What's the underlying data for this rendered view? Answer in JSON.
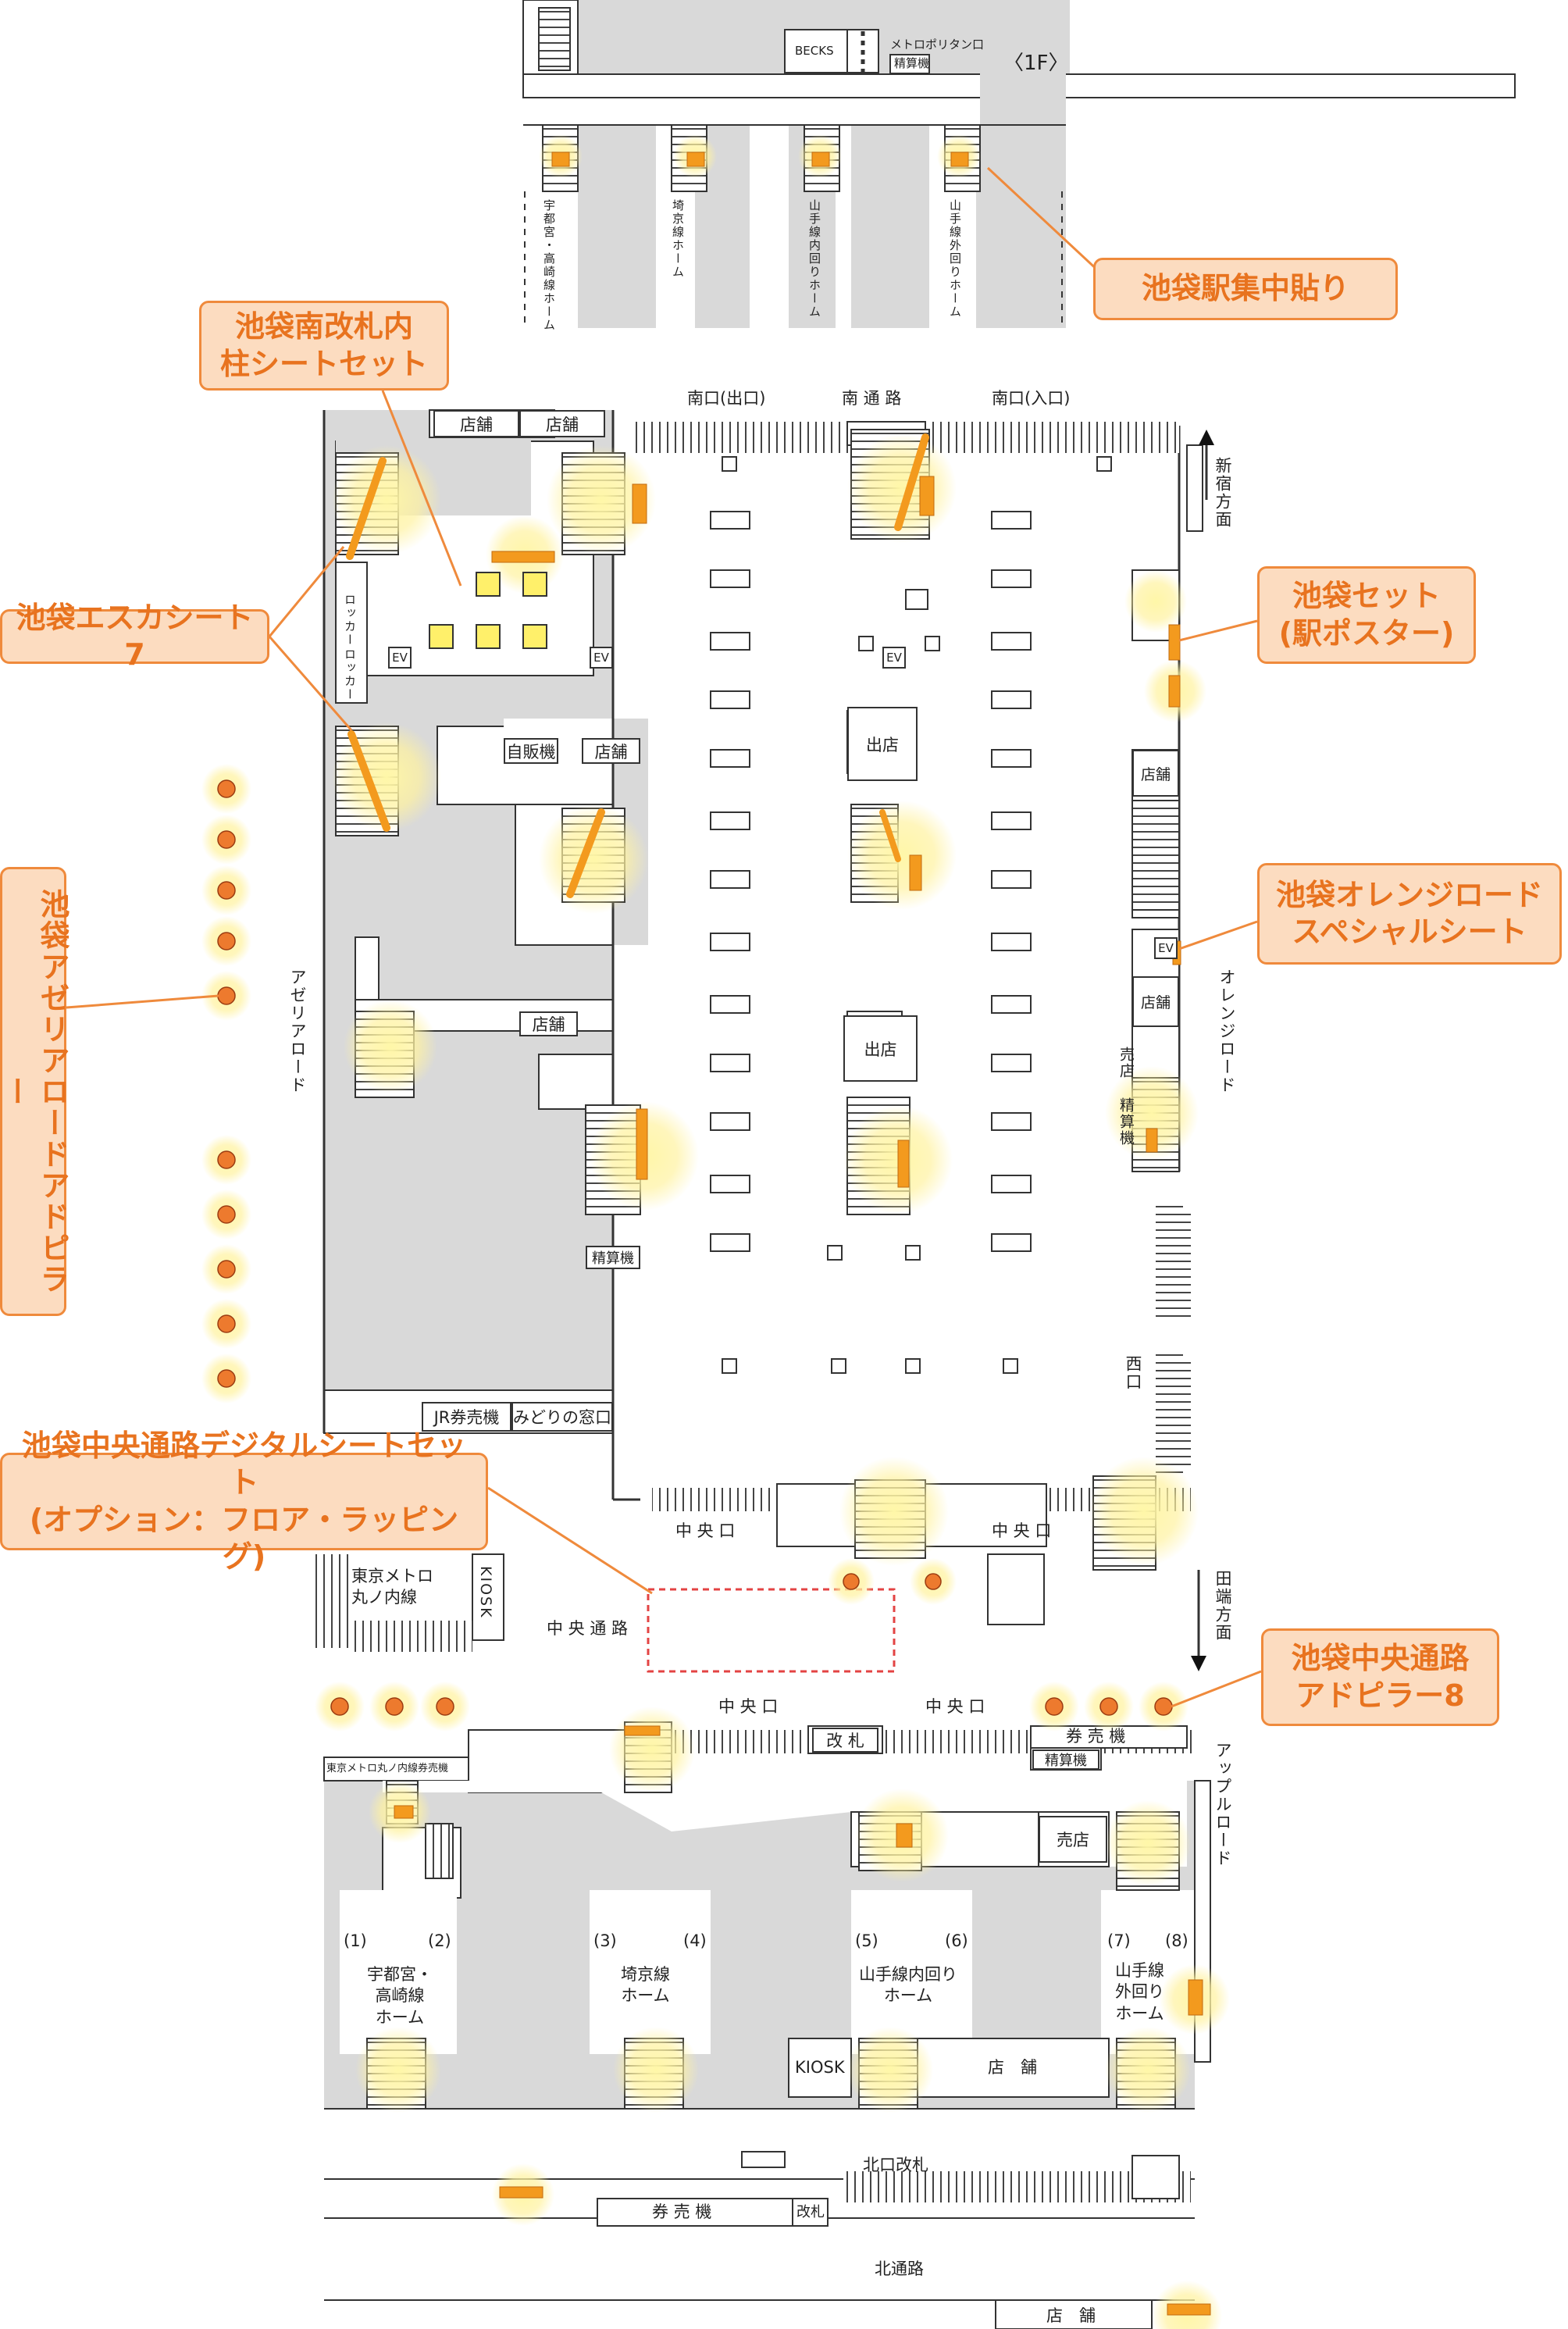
{
  "callouts": {
    "shuchu": "池袋駅集中貼り",
    "minami_kaisatsu": "池袋南改札内\n柱シートセット",
    "esca": "池袋エスカシート7",
    "set": "池袋セット\n(駅ポスター)",
    "orange": "池袋オレンジロード\nスペシャルシート",
    "azelea": "池袋アゼリアロードアドピラー",
    "digital": "池袋中央通路デジタルシートセット\n(オプション：フロア・ラッピング)",
    "adpillar8": "池袋中央通路\nアドピラー8"
  },
  "labels": {
    "becks": "BECKS",
    "metropolitan": "メトロポリタン口",
    "seisanki_top": "精算機",
    "floor_1f": "〈1F〉",
    "platform_utsunomiya": "宇都宮・高崎線ホーム",
    "platform_saikyo": "埼京線ホーム",
    "platform_yamanote_in": "山手線内回りホーム",
    "platform_yamanote_out": "山手線外回りホーム",
    "south_exit_out": "南口(出口)",
    "south_passage": "南 通 路",
    "south_exit_in": "南口(入口)",
    "shinjuku": "新宿方面",
    "tenpo": "店舗",
    "locker": "ロッカー",
    "ev": "EV",
    "jihanki": "自販機",
    "shutten": "出店",
    "azelea_road": "アゼリアロード",
    "orange_road": "オレンジロード",
    "baiten": "売店",
    "seisanki": "精算機",
    "jr_ticket": "JR券売機",
    "midori": "みどりの窓口",
    "west_exit": "西口",
    "central_exit": "中 央 口",
    "tokyo_metro_marunouchi": "東京メトロ\n丸ノ内線",
    "kiosk": "KIOSK",
    "central_passage": "中 央 通 路",
    "tabata": "田端方面",
    "central_exit2": "中 央 口",
    "kaisatsu": "改 札",
    "kenbaiki": "券 売 機",
    "apple_road": "アップルロード",
    "marunouchi_ticket": "東京メトロ丸ノ内線券売機",
    "p1": "(1)",
    "p2": "(2)",
    "p3": "(3)",
    "p4": "(4)",
    "p5": "(5)",
    "p6": "(6)",
    "p7": "(7)",
    "p8": "(8)",
    "plat_12": "宇都宮・\n高崎線\nホーム",
    "plat_34": "埼京線\nホーム",
    "plat_56": "山手線内回り\nホーム",
    "plat_78": "山手線\n外回り\nホーム",
    "tenpo_spaced": "店　舗",
    "north_gate": "北口改札",
    "kenbaiki2": "券 売 機",
    "kaisatsu_small": "改札",
    "north_passage": "北通路"
  },
  "colors": {
    "callout_fill": "#fcdcc0",
    "callout_border": "#ef8a3c",
    "callout_text": "#e8731f",
    "orange": "#f39a1e",
    "gray": "#d9d9d9",
    "glow": "#fff3a0"
  }
}
